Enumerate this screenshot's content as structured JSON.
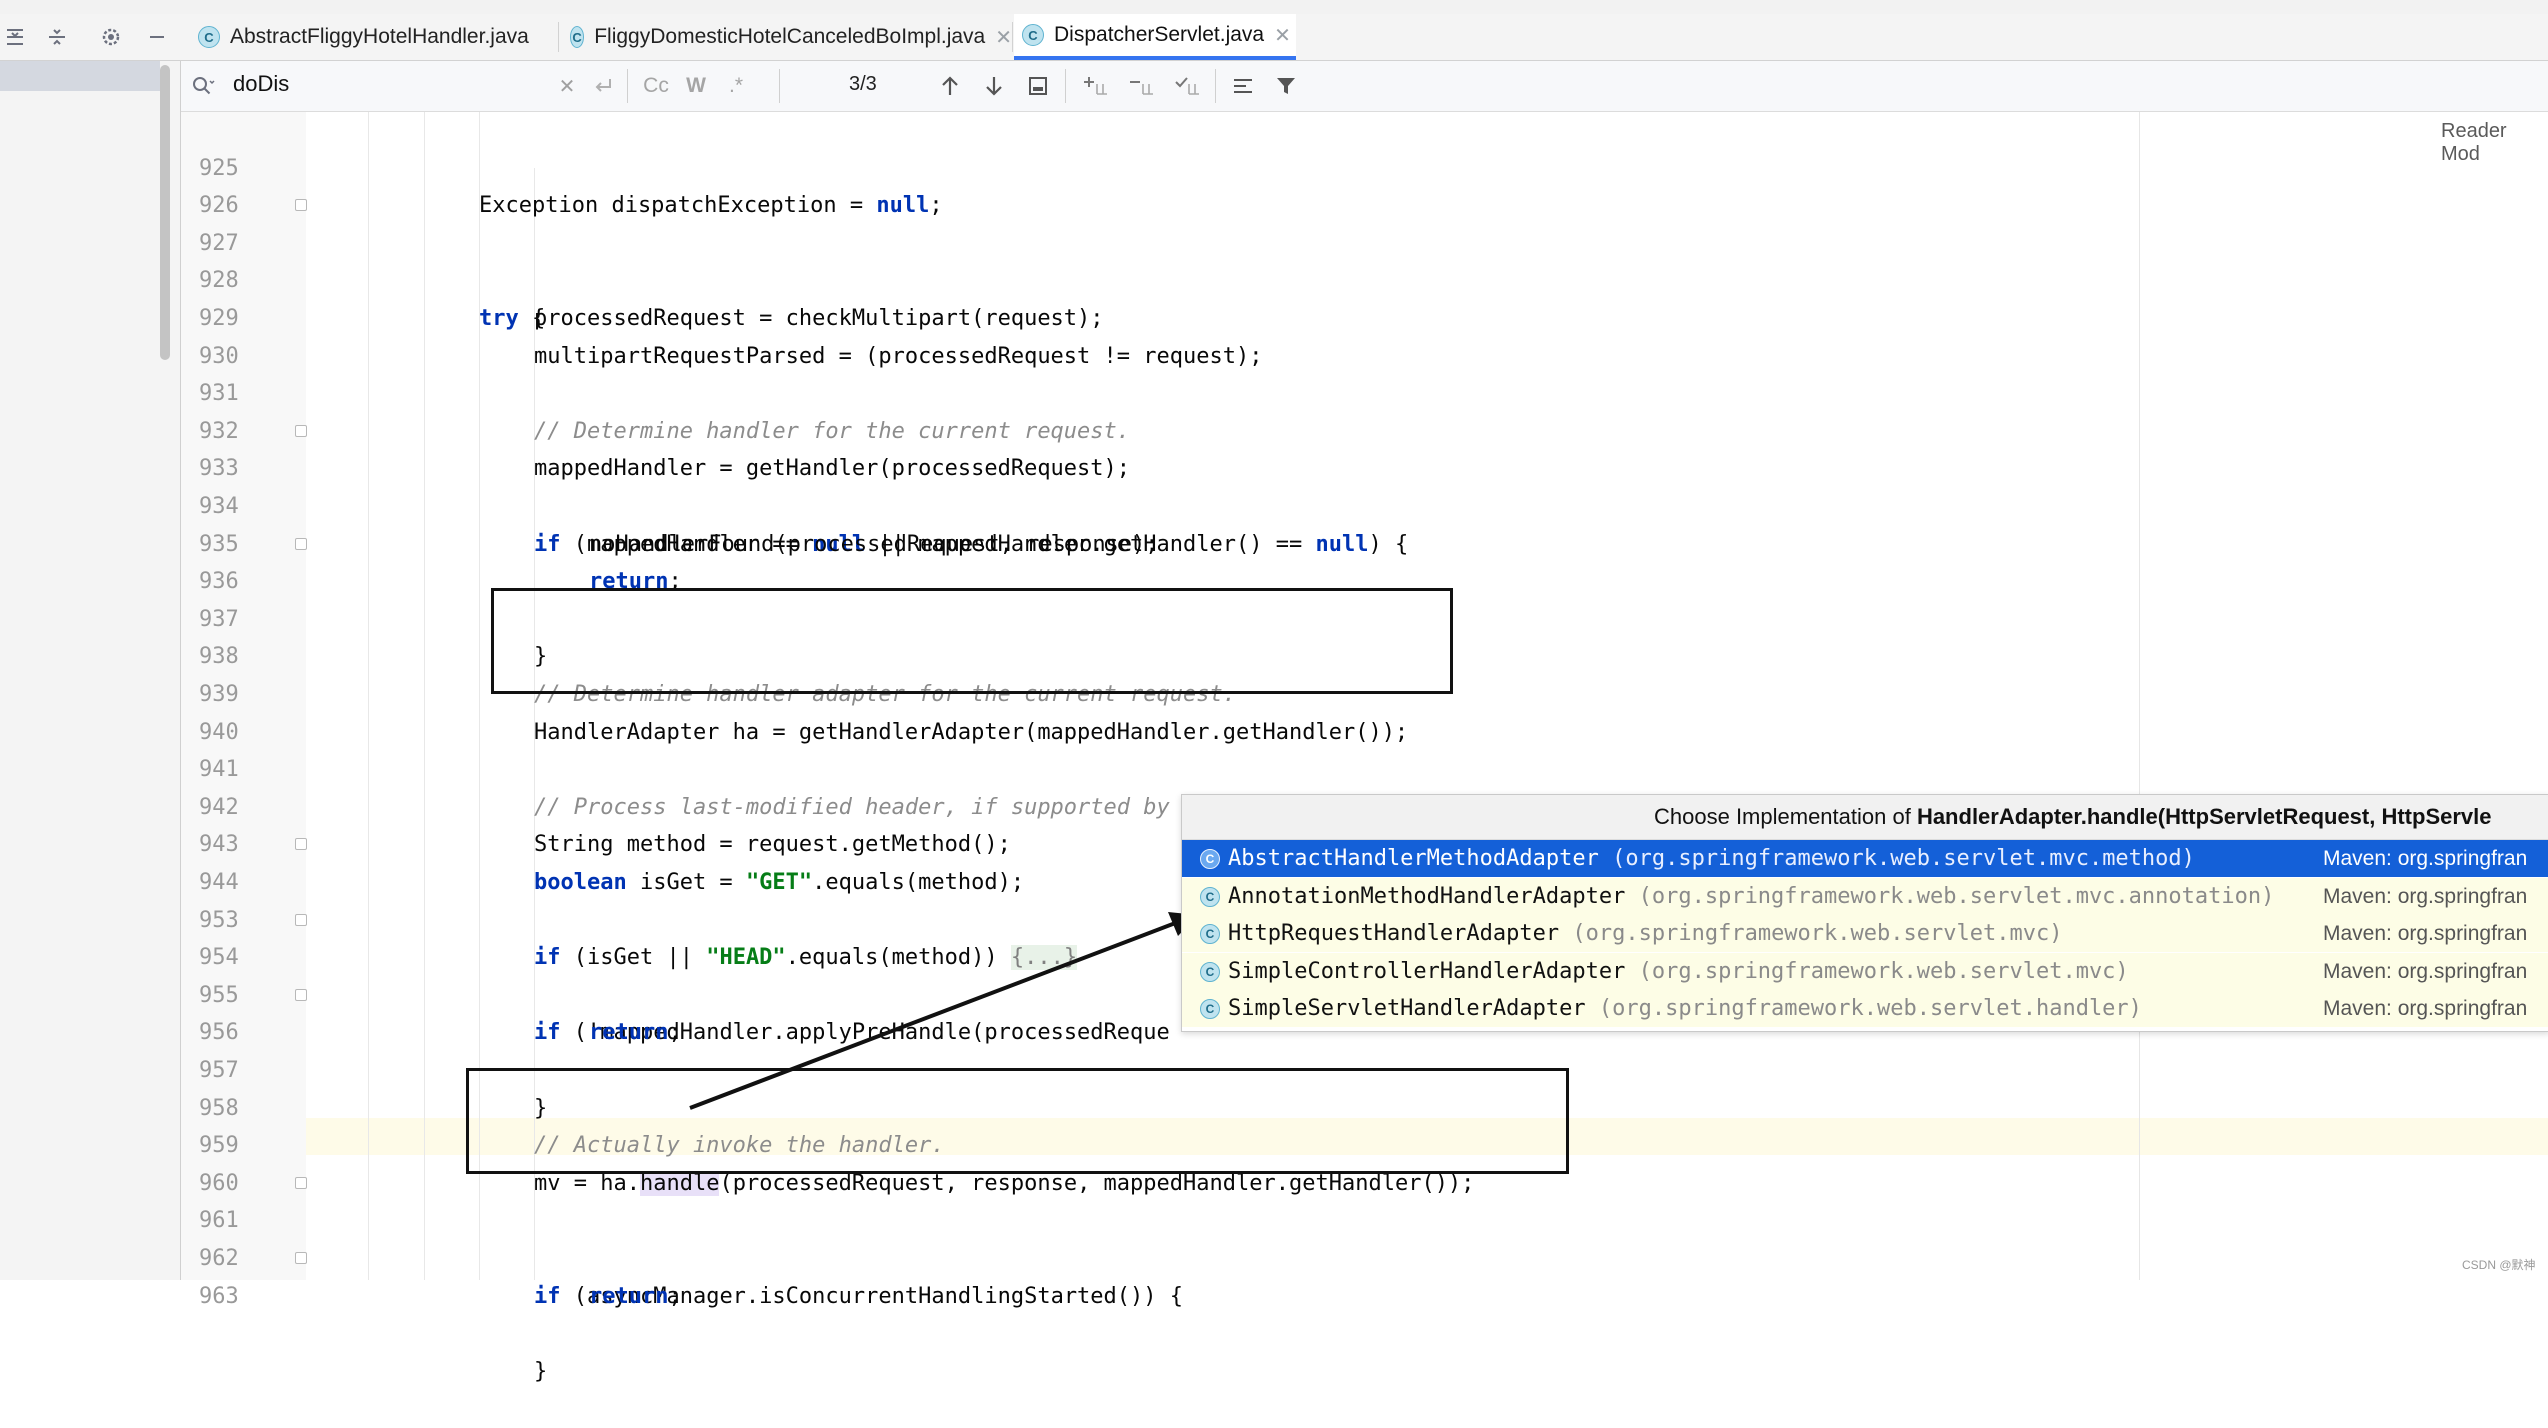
{
  "tabs": [
    {
      "label": "AbstractFliggyHotelHandler.java",
      "icon": "class-icon",
      "active": false
    },
    {
      "label": "FliggyDomesticHotelCanceledBoImpl.java",
      "icon": "class-icon",
      "active": false
    },
    {
      "label": "DispatcherServlet.java",
      "icon": "class-icon",
      "active": true
    }
  ],
  "search": {
    "query": "doDis",
    "match_count": "3/3",
    "match_case_label": "Cc",
    "words_label": "W",
    "regex_label": ".*"
  },
  "reader_mode": "Reader Mod",
  "lines": [
    {
      "n": "925",
      "html_key": "l925"
    },
    {
      "n": "926"
    },
    {
      "n": "927"
    },
    {
      "n": "928"
    },
    {
      "n": "929"
    },
    {
      "n": "930"
    },
    {
      "n": "931"
    },
    {
      "n": "932"
    },
    {
      "n": "933"
    },
    {
      "n": "934"
    },
    {
      "n": "935"
    },
    {
      "n": "936"
    },
    {
      "n": "937"
    },
    {
      "n": "938"
    },
    {
      "n": "939"
    },
    {
      "n": "940"
    },
    {
      "n": "941"
    },
    {
      "n": "942"
    },
    {
      "n": "943"
    },
    {
      "n": "944"
    },
    {
      "n": "953"
    },
    {
      "n": "954"
    },
    {
      "n": "955"
    },
    {
      "n": "956"
    },
    {
      "n": "957"
    },
    {
      "n": "958"
    },
    {
      "n": "959"
    },
    {
      "n": "960"
    },
    {
      "n": "961"
    },
    {
      "n": "962"
    },
    {
      "n": "963"
    }
  ],
  "code": {
    "l925_a": "Exception dispatchException = ",
    "l925_b": "null",
    "l925_c": ";",
    "l927_a": "try",
    "l927_b": " {",
    "l928": "processedRequest = checkMultipart(request);",
    "l929": "multipartRequestParsed = (processedRequest != request);",
    "l931": "// Determine handler for the current request.",
    "l932": "mappedHandler = getHandler(processedRequest);",
    "l933_a": "if",
    "l933_b": " (mappedHandler == ",
    "l933_c": "null",
    "l933_d": " || mappedHandler.getHandler() == ",
    "l933_e": "null",
    "l933_f": ") {",
    "l934": "noHandlerFound(processedRequest, response);",
    "l935_a": "return",
    "l935_b": ";",
    "l936": "}",
    "l938": "// Determine handler adapter for the current request.",
    "l939": "HandlerAdapter ha = getHandlerAdapter(mappedHandler.getHandler());",
    "l941": "// Process last-modified header, if supported by the handler.",
    "l942": "String method = request.getMethod();",
    "l943_a": "boolean",
    "l943_b": " isGet = ",
    "l943_c": "\"GET\"",
    "l943_d": ".equals(method);",
    "l944_a": "if",
    "l944_b": " (isGet || ",
    "l944_c": "\"HEAD\"",
    "l944_d": ".equals(method)) ",
    "l944_e": "{...}",
    "l954_a": "if",
    "l954_b": " (!mappedHandler.applyPreHandle(processedReque",
    "l955_a": "return",
    "l955_b": ";",
    "l956": "}",
    "l958": "// Actually invoke the handler.",
    "l959_a": "mv = ha.",
    "l959_b": "handle",
    "l959_c": "(processedRequest, response, mappedHandler.getHandler());",
    "l961_a": "if",
    "l961_b": " (asyncManager.isConcurrentHandlingStarted()) {",
    "l962_a": "return",
    "l962_b": ";",
    "l963": "}"
  },
  "popup": {
    "title_prefix": "Choose Implementation of ",
    "title_method": "HandlerAdapter.handle(HttpServletRequest, HttpServle",
    "items": [
      {
        "name": "AbstractHandlerMethodAdapter",
        "pkg": " (org.springframework.web.servlet.mvc.method)",
        "source": "Maven: org.springfran",
        "selected": true
      },
      {
        "name": "AnnotationMethodHandlerAdapter",
        "pkg": " (org.springframework.web.servlet.mvc.annotation)",
        "source": "Maven: org.springfran",
        "selected": false
      },
      {
        "name": "HttpRequestHandlerAdapter",
        "pkg": " (org.springframework.web.servlet.mvc)",
        "source": "Maven: org.springfran",
        "selected": false
      },
      {
        "name": "SimpleControllerHandlerAdapter",
        "pkg": " (org.springframework.web.servlet.mvc)",
        "source": "Maven: org.springfran",
        "selected": false
      },
      {
        "name": "SimpleServletHandlerAdapter",
        "pkg": " (org.springframework.web.servlet.handler)",
        "source": "Maven: org.springfran",
        "selected": false
      }
    ]
  },
  "class_icon_letter": "C",
  "watermark": "CSDN @默神",
  "colors": {
    "accent": "#3574f0",
    "keyword": "#0033b3",
    "string": "#067d17",
    "comment": "#8c8c8c",
    "selection": "#1460d8"
  }
}
